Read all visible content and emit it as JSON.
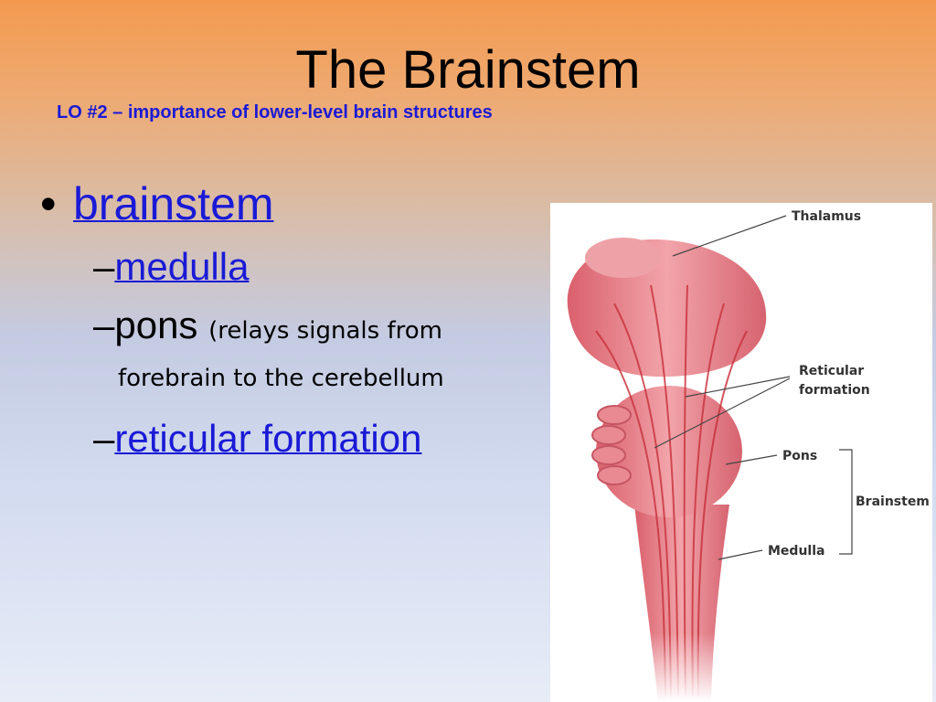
{
  "slide": {
    "title": "The Brainstem",
    "subtitle": "LO #2 – importance of lower-level brain structures"
  },
  "bullets": {
    "level1_marker": "•",
    "brainstem": "brainstem",
    "dash": "–",
    "medulla": "medulla",
    "pons": "pons",
    "pons_note_line1": "(relays signals from",
    "pons_note_line2": "forebrain to the cerebellum",
    "reticular_formation": "reticular formation"
  },
  "figure_labels": {
    "thalamus": "Thalamus",
    "reticular_line1": "Reticular",
    "reticular_line2": "formation",
    "pons": "Pons",
    "brainstem": "Brainstem",
    "medulla": "Medulla"
  },
  "colors": {
    "link": "#1a1ad6",
    "tissue": "#e6808a",
    "fiber": "#c8303a"
  }
}
